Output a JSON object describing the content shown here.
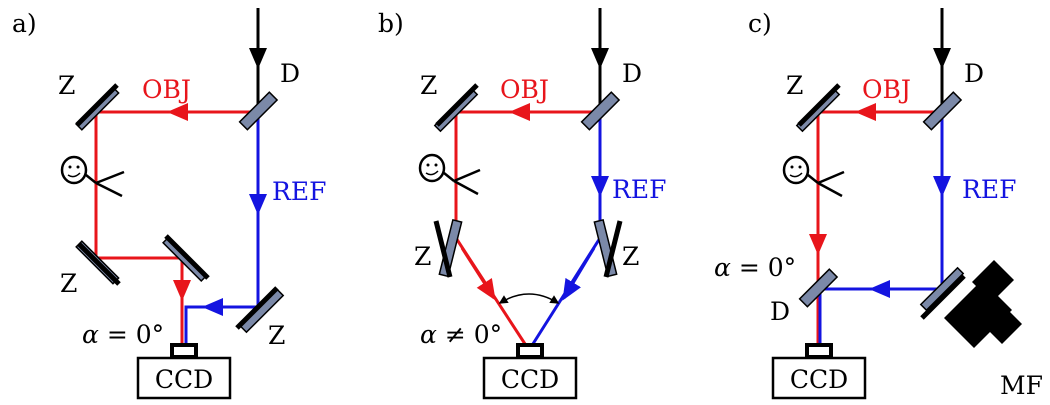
{
  "colors": {
    "object_beam": "#e8151b",
    "reference_beam": "#1414e0",
    "mirror_fill": "#7b89a8",
    "mirror_edge": "#000000",
    "text": "#000000"
  },
  "panels": [
    {
      "tag": "a)",
      "mirror_z": "Z",
      "beamsplitter_d": "D",
      "object_arm_label": "OBJ",
      "reference_arm_label": "REF",
      "angle_symbol": "α",
      "angle_relation": " = 0°",
      "camera_label": "CCD"
    },
    {
      "tag": "b)",
      "mirror_z": "Z",
      "beamsplitter_d": "D",
      "object_arm_label": "OBJ",
      "reference_arm_label": "REF",
      "angle_symbol": "α",
      "angle_relation": " ≠ 0°",
      "camera_label": "CCD"
    },
    {
      "tag": "c)",
      "mirror_z": "Z",
      "beamsplitter_d": "D",
      "object_arm_label": "OBJ",
      "reference_arm_label": "REF",
      "angle_symbol": "α",
      "angle_relation": " = 0°",
      "camera_label": "CCD",
      "modulator_label": "MF"
    }
  ]
}
